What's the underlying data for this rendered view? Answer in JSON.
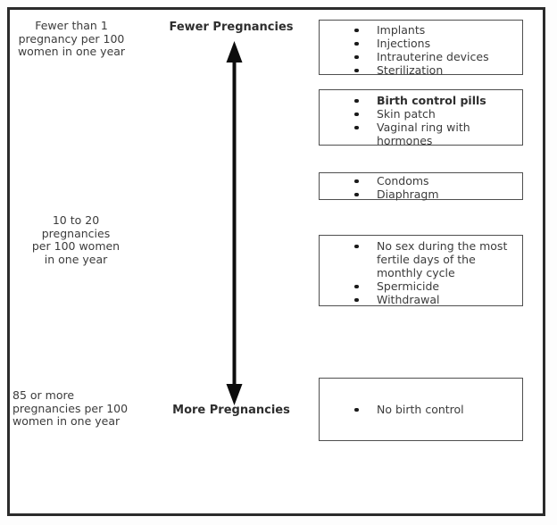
{
  "diagram": {
    "title_semantics": "birth-control effectiveness scale",
    "colors": {
      "text": "#3c3c3c",
      "box_border": "#4f4f4f",
      "outer_frame": "#2b2b2b",
      "arrow": "#0d0d0d",
      "background": "#ffffff"
    },
    "axis": {
      "top_header": "Fewer Pregnancies",
      "bottom_header": "More Pregnancies",
      "arrow_icon": "double-vertical-arrow"
    },
    "rate_labels": {
      "top": "Fewer than 1\npregnancy per 100\nwomen in one year",
      "middle": "10 to 20\npregnancies\nper 100 women\nin one year",
      "bottom": "85 or more\npregnancies per 100\nwomen in one year"
    },
    "method_boxes": [
      {
        "items": [
          "Implants",
          "Injections",
          "Intrauterine devices",
          "Sterilization"
        ]
      },
      {
        "items": [
          "Birth control pills",
          "Skin patch",
          "Vaginal ring with\nhormones"
        ]
      },
      {
        "items": [
          "Condoms",
          "Diaphragm"
        ]
      },
      {
        "items": [
          "No sex during the most\nfertile days of the\nmonthly cycle",
          "Spermicide",
          "Withdrawal"
        ]
      },
      {
        "items": [
          "No birth control"
        ]
      }
    ]
  }
}
